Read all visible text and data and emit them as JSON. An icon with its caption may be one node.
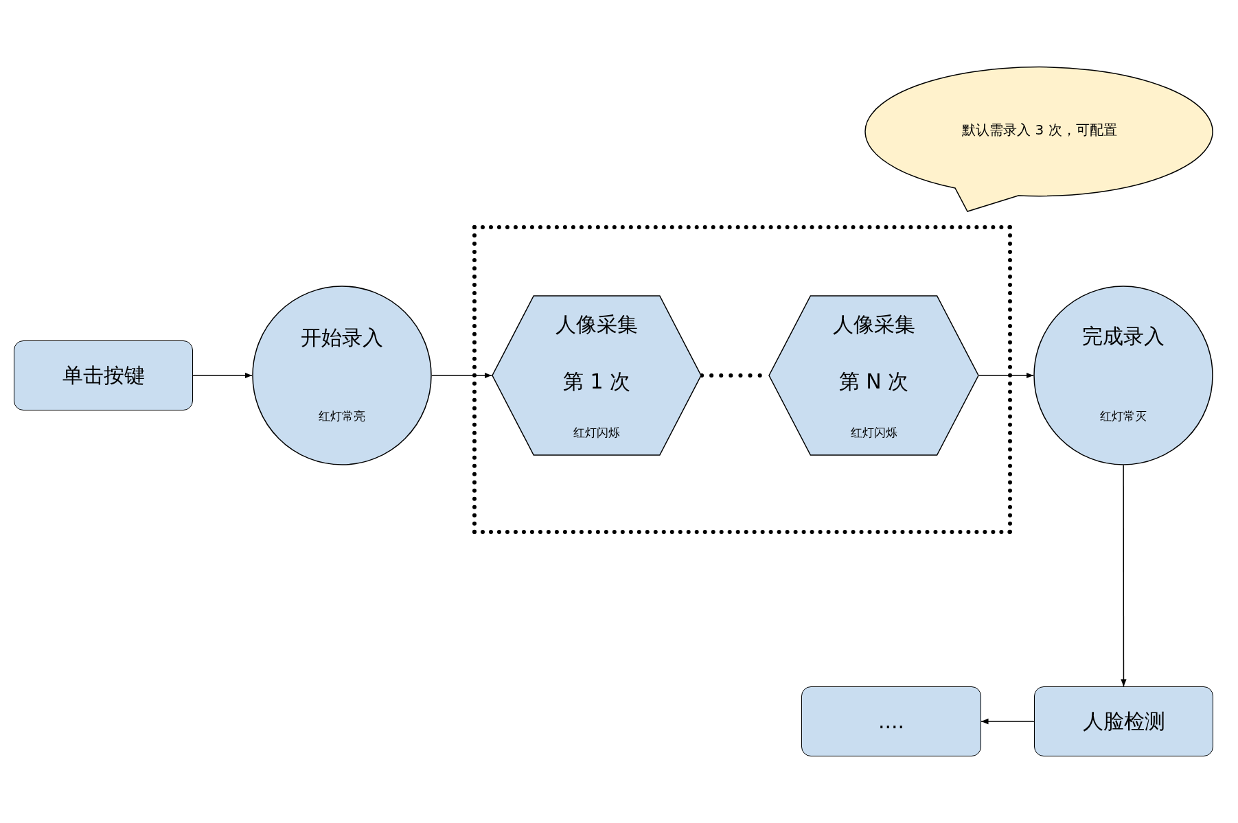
{
  "diagram": {
    "nodes": [
      {
        "text": [
          "默认需录入 3 次，可配置"
        ]
      },
      {
        "text": [
          "单击按键"
        ]
      },
      {
        "text": [
          "开始录入",
          "红灯常亮"
        ]
      },
      {
        "text": [],
        "shape": "box"
      },
      {
        "text": [
          "人像采集",
          "第 1 次",
          "红灯闪烁"
        ],
        "in": 3
      },
      {
        "text": [
          "人像采集",
          "第 N 次",
          "红灯闪烁"
        ],
        "in": 3
      },
      {
        "text": [
          "完成录入",
          "红灯常灭"
        ]
      },
      {
        "text": [
          "人脸检测"
        ]
      },
      {
        "text": [
          "...."
        ]
      }
    ],
    "edges": [
      {
        "from": 1,
        "to": 2,
        "arrow": "to"
      },
      {
        "from": 2,
        "to": 4,
        "arrow": "to"
      },
      {
        "from": 4,
        "to": 5,
        "arrow": "none",
        "style": "dashed"
      },
      {
        "from": 5,
        "to": 6,
        "arrow": "to"
      },
      {
        "from": 6,
        "to": 7,
        "arrow": "to"
      },
      {
        "from": 7,
        "to": 8,
        "arrow": "to"
      }
    ]
  }
}
